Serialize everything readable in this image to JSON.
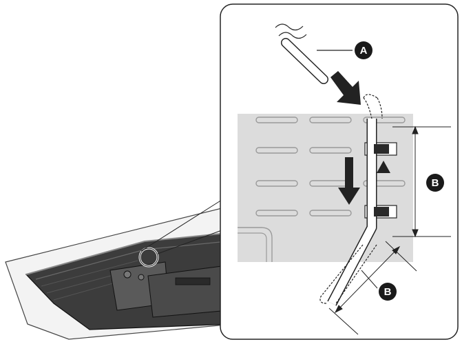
{
  "callouts": {
    "cable": "A",
    "height": "B",
    "length": "B"
  },
  "colors": {
    "panel_gray": "#dcdcdc",
    "line": "#222222",
    "badge": "#1a1a1a",
    "tv_body": "#3c3c3c",
    "base_plate": "#f2f2f2"
  },
  "icons": [
    "cable-end",
    "arrow-down",
    "triangle-marker",
    "magnifier-circle"
  ]
}
